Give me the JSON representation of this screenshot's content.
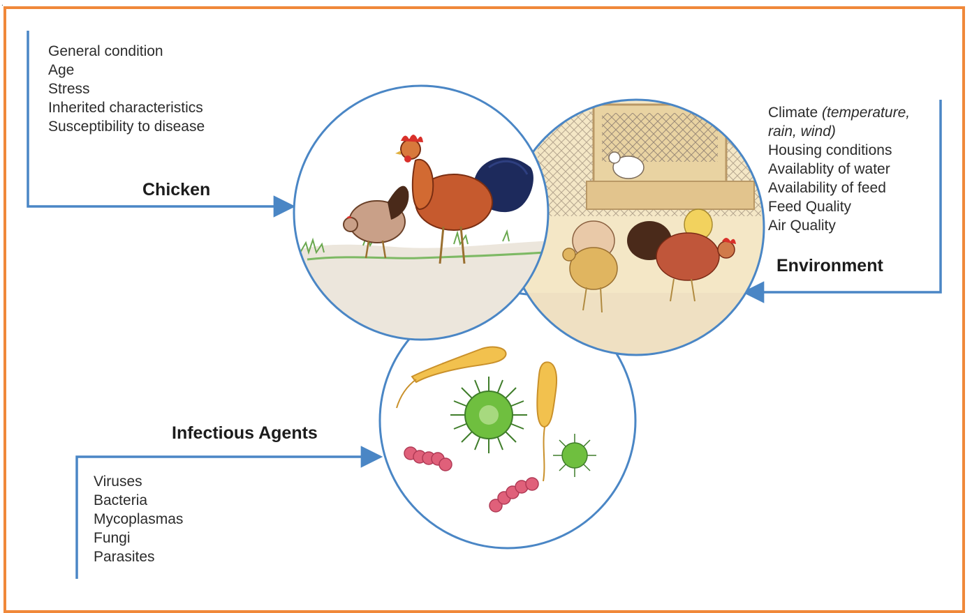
{
  "chicken": {
    "title": "Chicken",
    "factors": [
      "General condition",
      "Age",
      "Stress",
      "Inherited characteristics",
      "Susceptibility to disease"
    ]
  },
  "environment": {
    "title": "Environment",
    "climate_label": "Climate",
    "climate_detail_1": "(temperature,",
    "climate_detail_2": "rain, wind)",
    "factors": [
      "Housing conditions",
      "Availablity of water",
      "Availability of feed",
      "Feed Quality",
      "Air Quality"
    ]
  },
  "infectious": {
    "title": "Infectious Agents",
    "factors": [
      "Viruses",
      "Bacteria",
      "Mycoplasmas",
      "Fungi",
      "Parasites"
    ]
  },
  "colors": {
    "frame": "#f0883a",
    "connector": "#4a86c5"
  }
}
